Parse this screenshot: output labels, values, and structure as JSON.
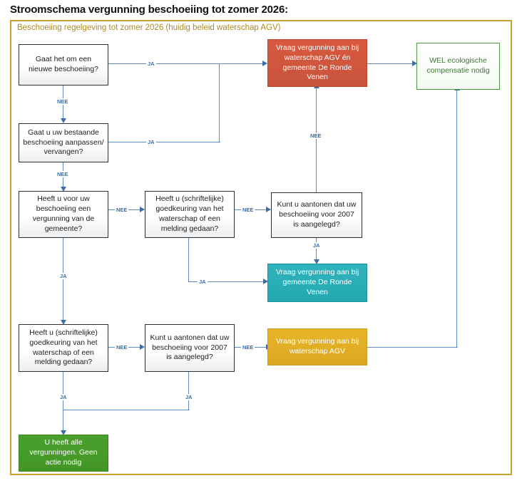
{
  "page": {
    "title": "Stroomschema vergunning beschoeiing tot zomer 2026:",
    "panel_caption": "Beschoeiing regelgeving tot zomer 2026 (huidig beleid waterschap AGV)",
    "border_color": "#c9a227",
    "caption_color": "#b08a1e",
    "connector_color": "#5b8bc4"
  },
  "flowchart": {
    "type": "flowchart",
    "nodes": [
      {
        "id": "q1",
        "kind": "decision",
        "text": "Gaat het om een nieuwe beschoeiing?"
      },
      {
        "id": "q2",
        "kind": "decision",
        "text": "Gaat u uw bestaande beschoeiing aanpassen/ vervangen?"
      },
      {
        "id": "q3",
        "kind": "decision",
        "text": "Heeft u voor uw beschoeiing een vergunning van de gemeente?"
      },
      {
        "id": "q4",
        "kind": "decision",
        "text": "Heeft u (schriftelijke) goedkeuring van het waterschap of een melding gedaan?"
      },
      {
        "id": "q5",
        "kind": "decision",
        "text": "Kunt u aantonen dat uw beschoeiing voor 2007 is aangelegd?"
      },
      {
        "id": "q6",
        "kind": "decision",
        "text": "Heeft u (schriftelijke) goedkeuring van het waterschap of een melding gedaan?"
      },
      {
        "id": "q7",
        "kind": "decision",
        "text": "Kunt u aantonen dat uw beschoeiing voor 2007 is aangelegd?"
      },
      {
        "id": "r1",
        "kind": "terminal-red",
        "text": "Vraag vergunning aan bij waterschap AGV én gemeente De Ronde Venen",
        "color": "#c8543c"
      },
      {
        "id": "g1",
        "kind": "terminal-green-outline",
        "text": "WEL ecologische compensatie nodig",
        "color": "#4a9b3f"
      },
      {
        "id": "t1",
        "kind": "terminal-teal",
        "text": "Vraag vergunning aan bij gemeente De Ronde Venen",
        "color": "#23a8b2"
      },
      {
        "id": "y1",
        "kind": "terminal-gold",
        "text": "Vraag vergunning aan bij waterschap AGV",
        "color": "#dba81f"
      },
      {
        "id": "g2",
        "kind": "terminal-green",
        "text": "U heeft alle vergunningen. Geen actie nodig",
        "color": "#439626"
      }
    ],
    "edges": [
      {
        "from": "q1",
        "to": "r1",
        "label": "JA"
      },
      {
        "from": "q1",
        "to": "q2",
        "label": "NEE"
      },
      {
        "from": "q2",
        "to": "r1",
        "label": "JA"
      },
      {
        "from": "q2",
        "to": "q3",
        "label": "NEE"
      },
      {
        "from": "q3",
        "to": "q4",
        "label": "NEE"
      },
      {
        "from": "q3",
        "to": "q6",
        "label": "JA"
      },
      {
        "from": "q4",
        "to": "q5",
        "label": "NEE"
      },
      {
        "from": "q4",
        "to": "t1",
        "label": "JA"
      },
      {
        "from": "q5",
        "to": "r1",
        "label": "NEE"
      },
      {
        "from": "q5",
        "to": "t1",
        "label": "JA"
      },
      {
        "from": "q6",
        "to": "q7",
        "label": "NEE"
      },
      {
        "from": "q6",
        "to": "g2",
        "label": "JA"
      },
      {
        "from": "q7",
        "to": "y1",
        "label": "NEE"
      },
      {
        "from": "q7",
        "to": "g2",
        "label": "JA"
      },
      {
        "from": "r1",
        "to": "g1",
        "label": ""
      },
      {
        "from": "y1",
        "to": "g1",
        "label": ""
      }
    ],
    "labels": {
      "ja": "JA",
      "nee": "NEE"
    }
  }
}
